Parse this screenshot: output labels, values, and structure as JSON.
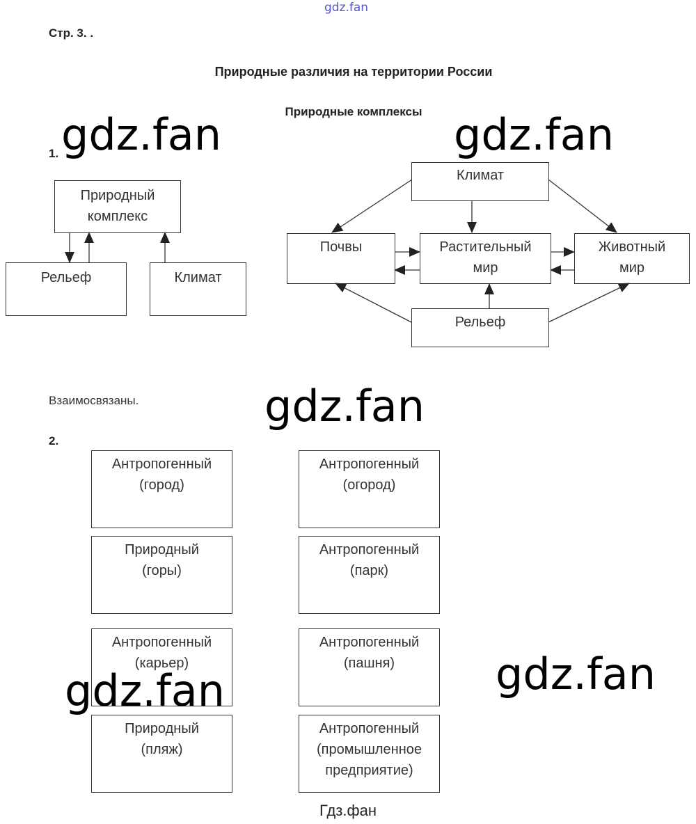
{
  "watermark_top": "gdz.fan",
  "page_label": "Стр. 3. .",
  "title": "Природные различия на территории России",
  "subtitle": "Природные комплексы",
  "task1": {
    "number": "1.",
    "left": {
      "top": "Природный комплекс",
      "bottom_left": "Рельеф",
      "bottom_right": "Климат"
    },
    "right": {
      "climate": "Климат",
      "soils": "Почвы",
      "plants": "Растительный мир",
      "animals": "Животный мир",
      "relief": "Рельеф"
    }
  },
  "answer1": "Взаимосвязаны.",
  "task2": {
    "number": "2.",
    "boxes": [
      {
        "type": "Антропогенный",
        "example": "(город)"
      },
      {
        "type": "Антропогенный",
        "example": "(огород)"
      },
      {
        "type": "Природный",
        "example": "(горы)"
      },
      {
        "type": "Антропогенный",
        "example": "(парк)"
      },
      {
        "type": "Антропогенный",
        "example": "(карьер)"
      },
      {
        "type": "Антропогенный",
        "example": "(пашня)"
      },
      {
        "type": "Природный",
        "example": "(пляж)"
      },
      {
        "type": "Антропогенный",
        "example": "(промышленное предприятие)"
      }
    ]
  },
  "watermark": "gdz.fan",
  "footer": "Гдз.фан"
}
